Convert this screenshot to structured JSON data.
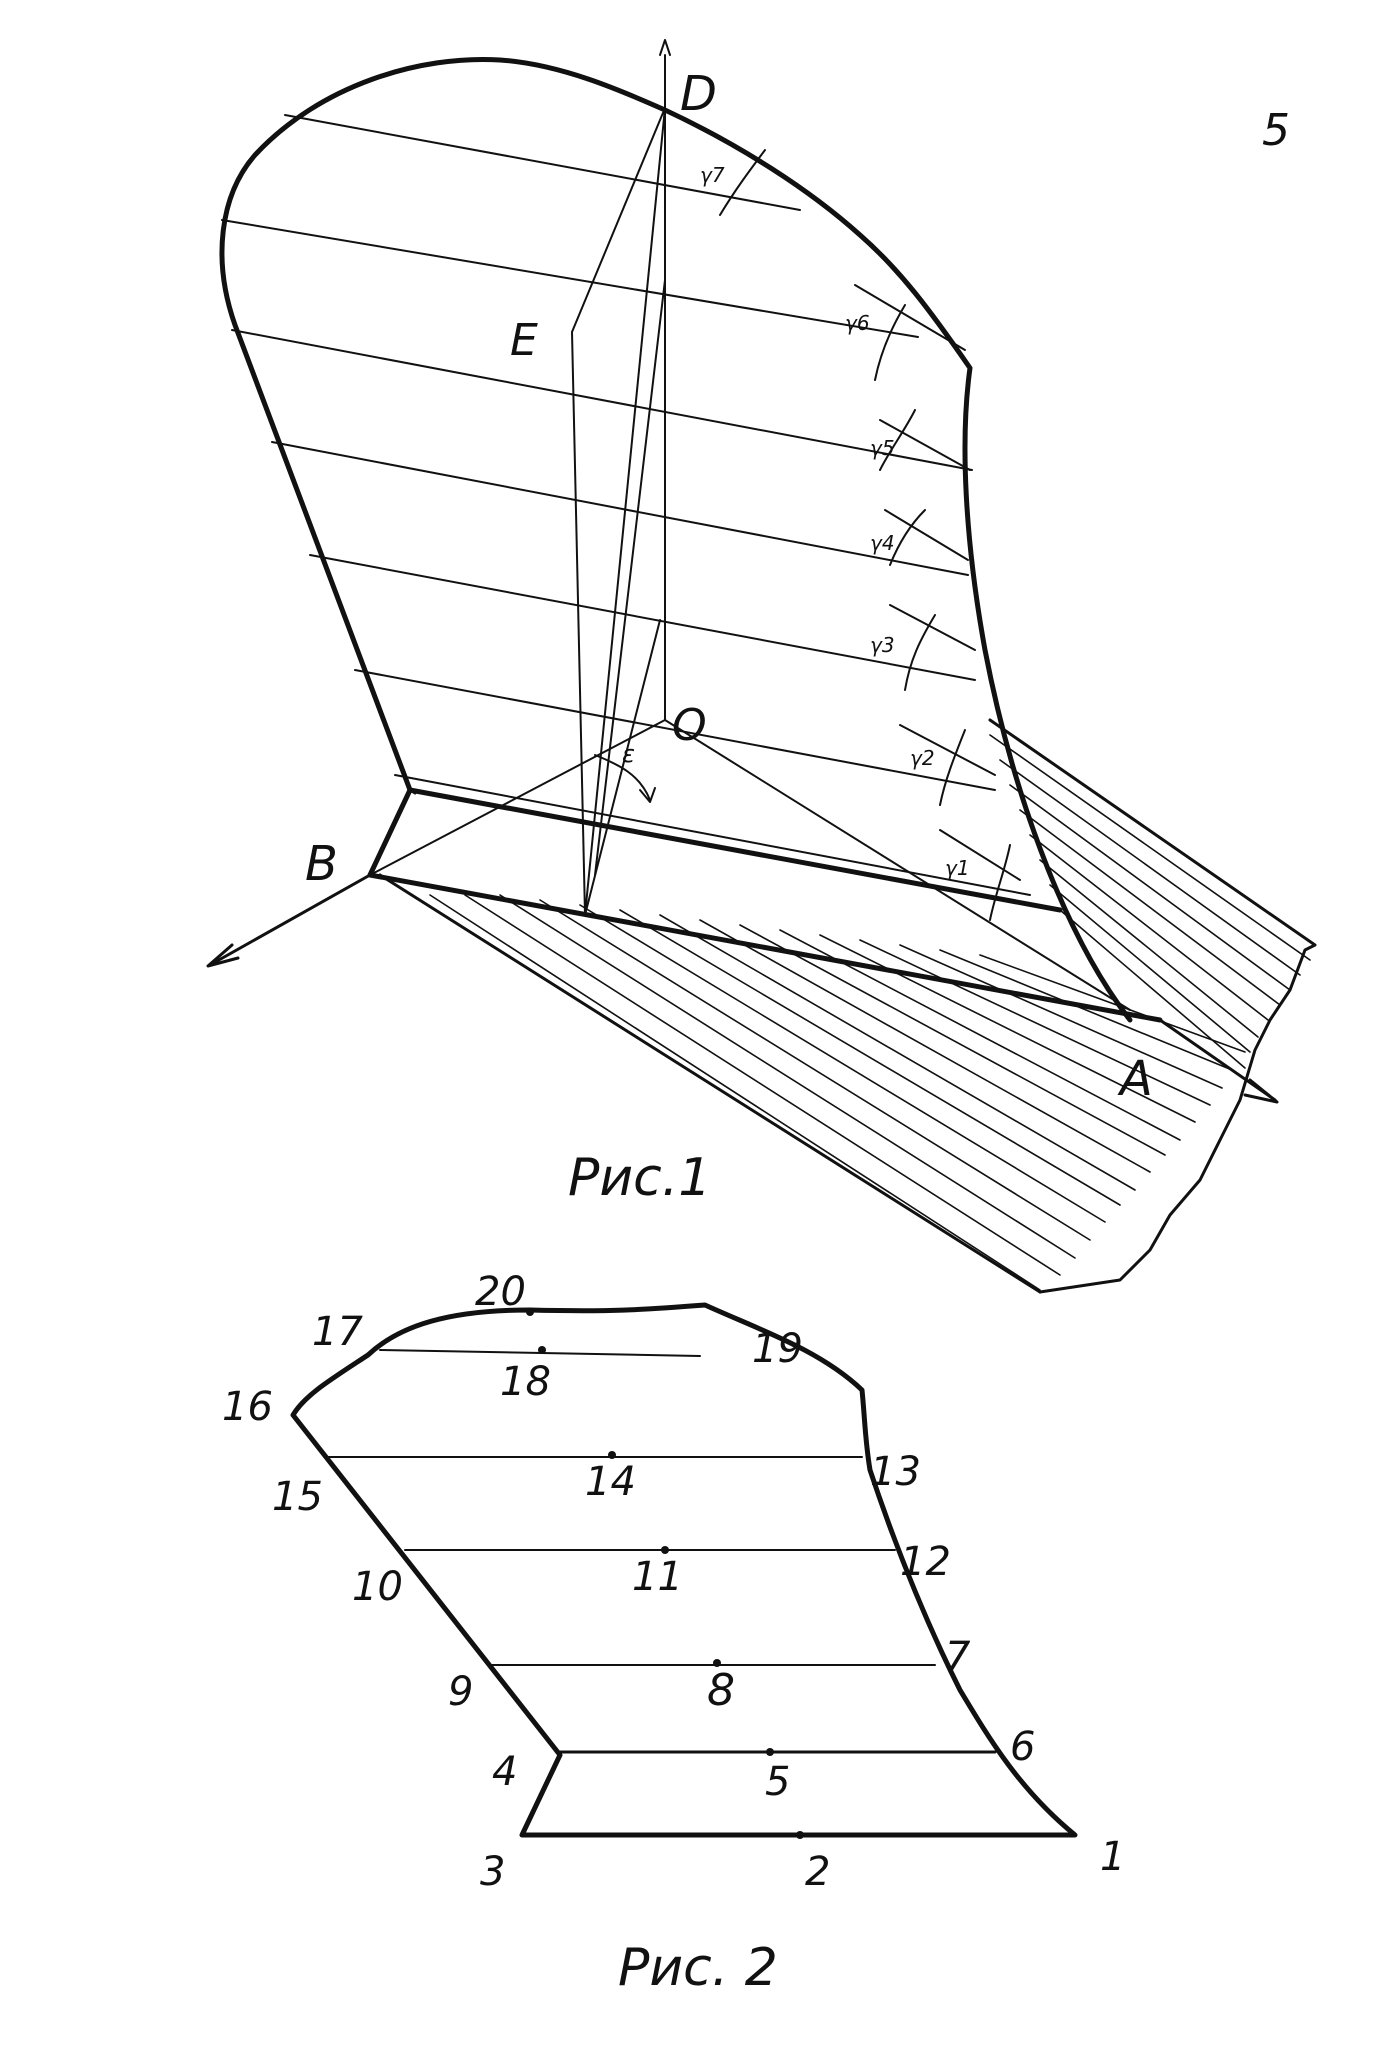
{
  "page_number": "5",
  "figure1": {
    "caption": "Рис.1",
    "labels": {
      "D_top": "D",
      "E": "E",
      "O": "O",
      "B": "B",
      "A": "A",
      "epsilon": "ε"
    },
    "angle_labels": [
      "γ7",
      "γ6",
      "γ5",
      "γ4",
      "γ3",
      "γ2",
      "γ1"
    ]
  },
  "figure2": {
    "caption": "Рис. 2",
    "point_labels": [
      "1",
      "2",
      "3",
      "4",
      "5",
      "6",
      "7",
      "8",
      "9",
      "10",
      "11",
      "12",
      "13",
      "14",
      "15",
      "16",
      "17",
      "18",
      "19",
      "20"
    ]
  }
}
